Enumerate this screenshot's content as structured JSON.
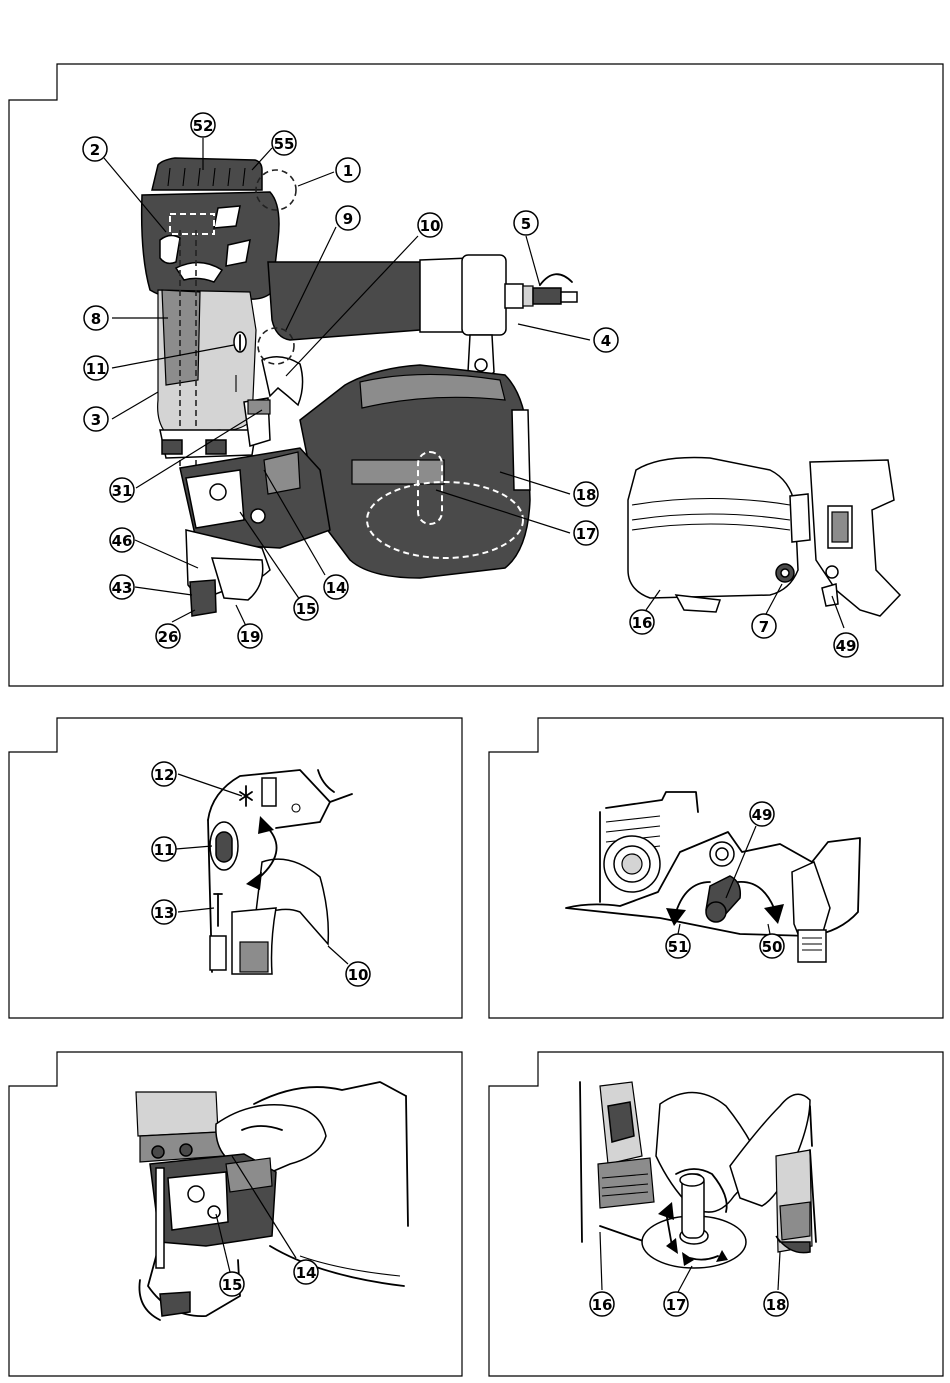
{
  "figures": {
    "fig1": {
      "callouts": [
        {
          "id": "c52",
          "label": "52"
        },
        {
          "id": "c55",
          "label": "55"
        },
        {
          "id": "c2",
          "label": "2"
        },
        {
          "id": "c1",
          "label": "1"
        },
        {
          "id": "c9",
          "label": "9"
        },
        {
          "id": "c10",
          "label": "10"
        },
        {
          "id": "c5",
          "label": "5"
        },
        {
          "id": "c8",
          "label": "8"
        },
        {
          "id": "c4",
          "label": "4"
        },
        {
          "id": "c11",
          "label": "11"
        },
        {
          "id": "c3",
          "label": "3"
        },
        {
          "id": "c31",
          "label": "31"
        },
        {
          "id": "c18",
          "label": "18"
        },
        {
          "id": "c46",
          "label": "46"
        },
        {
          "id": "c17",
          "label": "17"
        },
        {
          "id": "c43",
          "label": "43"
        },
        {
          "id": "c14",
          "label": "14"
        },
        {
          "id": "c15",
          "label": "15"
        },
        {
          "id": "c26",
          "label": "26"
        },
        {
          "id": "c19",
          "label": "19"
        },
        {
          "id": "c16",
          "label": "16"
        },
        {
          "id": "c7",
          "label": "7"
        },
        {
          "id": "c49",
          "label": "49"
        }
      ]
    },
    "fig2": {
      "callouts": [
        {
          "id": "c12",
          "label": "12"
        },
        {
          "id": "c11",
          "label": "11"
        },
        {
          "id": "c13",
          "label": "13"
        },
        {
          "id": "c10",
          "label": "10"
        }
      ]
    },
    "fig3": {
      "callouts": [
        {
          "id": "c49",
          "label": "49"
        },
        {
          "id": "c51",
          "label": "51"
        },
        {
          "id": "c50",
          "label": "50"
        }
      ]
    },
    "fig4": {
      "callouts": [
        {
          "id": "c15",
          "label": "15"
        },
        {
          "id": "c14",
          "label": "14"
        }
      ]
    },
    "fig5": {
      "callouts": [
        {
          "id": "c16",
          "label": "16"
        },
        {
          "id": "c17",
          "label": "17"
        },
        {
          "id": "c18",
          "label": "18"
        }
      ]
    }
  }
}
